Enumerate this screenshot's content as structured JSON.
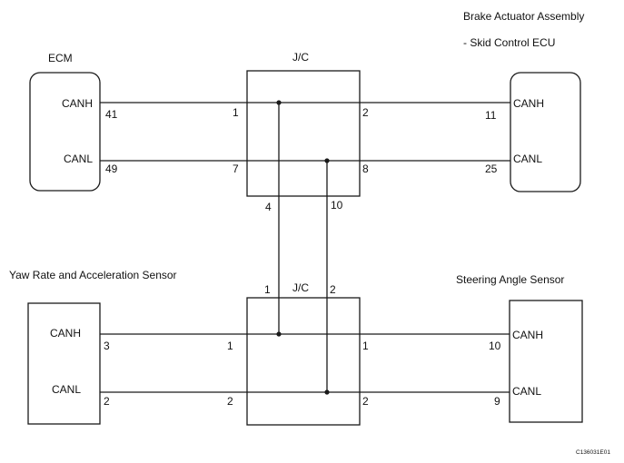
{
  "components": {
    "ecm": {
      "name": "ECM",
      "canh_label": "CANH",
      "canl_label": "CANL",
      "canh_pin": "41",
      "canl_pin": "49"
    },
    "brake_actuator": {
      "name_line1": "Brake Actuator Assembly",
      "name_line2": "- Skid Control ECU",
      "canh_label": "CANH",
      "canl_label": "CANL",
      "canh_pin": "11",
      "canl_pin": "25"
    },
    "jc_top": {
      "name": "J/C",
      "pin_1": "1",
      "pin_2": "2",
      "pin_7": "7",
      "pin_8": "8",
      "pin_4": "4",
      "pin_10": "10"
    },
    "jc_bottom": {
      "name": "J/C",
      "top_pin_left": "1",
      "top_pin_right": "2",
      "left_pin_h": "1",
      "right_pin_h": "1",
      "left_pin_l": "2",
      "right_pin_l": "2"
    },
    "yaw_sensor": {
      "name": "Yaw Rate and Acceleration Sensor",
      "canh_label": "CANH",
      "canl_label": "CANL",
      "canh_pin": "3",
      "canl_pin": "2"
    },
    "steering_sensor": {
      "name": "Steering Angle Sensor",
      "canh_label": "CANH",
      "canl_label": "CANL",
      "canh_pin": "10",
      "canl_pin": "9"
    }
  },
  "figure_code": "C136031E01"
}
